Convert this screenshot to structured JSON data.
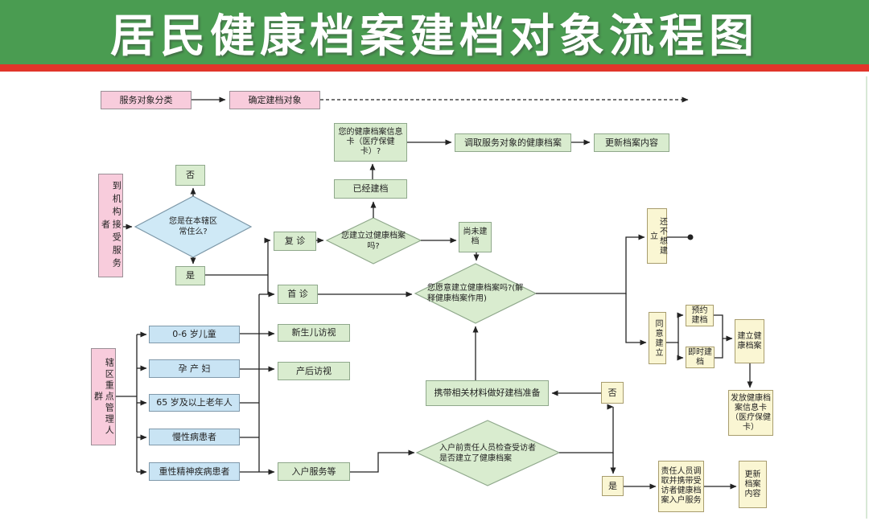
{
  "header": {
    "title": "居民健康档案建档对象流程图",
    "bg_color": "#4a9c51",
    "stripe_color": "#e1352a",
    "text_color": "#ffffff"
  },
  "colors": {
    "pink_fill": "#f8ccdc",
    "green_fill": "#d9eccf",
    "blue_fill": "#c9e4f4",
    "yellow_fill": "#faf6d3",
    "decision_blue_fill": "#cfe9f6",
    "connector": "#222222"
  },
  "nodes": {
    "service_classification": "服务对象分类",
    "determine_target": "确定建档对象",
    "your_card": "您的健康档案信息卡（医疗保健卡）?",
    "retrieve_archive": "调取服务对象的健康档案",
    "update_content_top": "更新档案内容",
    "already_filed": "已经建档",
    "org_service_receiver": "到机构接受服务者",
    "resident_question": "您是在本辖区常住么?",
    "no_top": "否",
    "yes_top": "是",
    "return_visit": "复 诊",
    "first_visit": "首 诊",
    "built_question": "您建立过健康档案吗?",
    "not_yet_filed": "尚未建档",
    "willing_question": "您愿意建立健康档案吗?(解释健康档案作用)",
    "not_want_build": "还不想建立",
    "agree_build": "同意建立",
    "appointment_filing": "预约建档",
    "instant_filing": "即时建档",
    "create_archive": "建立健康档案",
    "issue_card": "发放健康档案信息卡（医疗保健卡）",
    "key_population": "辖区重点管理人群",
    "children": "0-6 岁儿童",
    "pregnant": "孕 产 妇",
    "elderly": "65 岁及以上老年人",
    "chronic": "慢性病患者",
    "mental": "重性精神疾病患者",
    "newborn_visit": "新生儿访视",
    "postpartum_visit": "产后访视",
    "home_service": "入户服务等",
    "prepare_materials": "携带相关材料做好建档准备",
    "no_bottom": "否",
    "yes_bottom": "是",
    "door_check_question": "入户前责任人员检查受访者是否建立了健康档案",
    "staff_retrieve": "责任人员调取并携带受访者健康档案入户服务",
    "update_content_bottom": "更新档案内容"
  }
}
